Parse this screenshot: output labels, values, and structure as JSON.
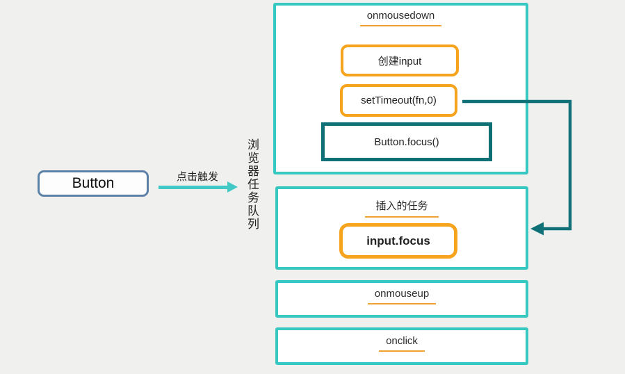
{
  "colors": {
    "background": "#f0f0ef",
    "section_border_cyan": "#38c8c2",
    "connector_dark_teal": "#0f7077",
    "task_border_orange": "#f6a41e",
    "title_underline_orange": "#efa22e",
    "button_border_blue": "#5c81a7",
    "trigger_arrow_teal": "#41c9c5"
  },
  "button_node": {
    "label": "Button"
  },
  "trigger": {
    "label": "点击触发"
  },
  "queue": {
    "vertical_label": "浏览器任务队列"
  },
  "sections": {
    "onmousedown": {
      "title": "onmousedown",
      "tasks": [
        {
          "label": "创建input"
        },
        {
          "label": "setTimeout(fn,0)"
        },
        {
          "label": "Button.focus()"
        }
      ]
    },
    "inserted_task": {
      "title": "插入的任务",
      "tasks": [
        {
          "label": "input.focus"
        }
      ]
    },
    "onmouseup": {
      "title": "onmouseup"
    },
    "onclick": {
      "title": "onclick"
    }
  }
}
